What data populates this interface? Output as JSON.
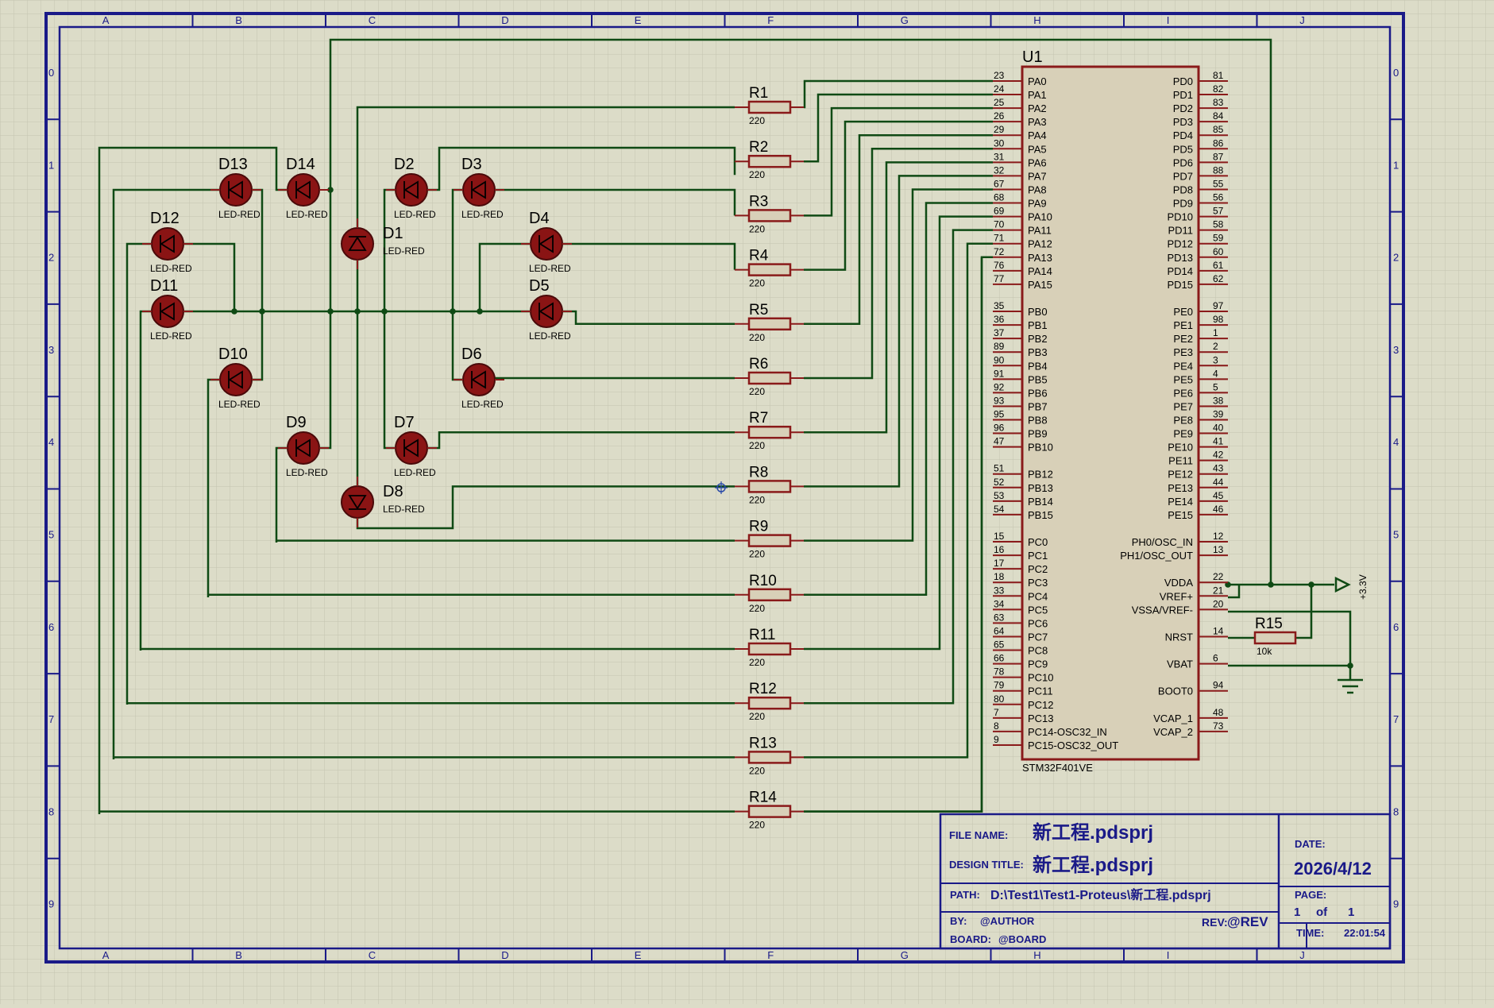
{
  "colors": {
    "background": "#dcdcc8",
    "grid": "#c4c4b0",
    "frame": "#1a1a88",
    "wire": "#0f4a14",
    "component": "#8a1a1a",
    "label": "#000000",
    "chip_fill": "#d8d0b8",
    "led_fill": "#8a1414",
    "title_text": "#1a1a88",
    "junction": "#0f4a14"
  },
  "border": {
    "columns": [
      "A",
      "B",
      "C",
      "D",
      "E",
      "F",
      "G",
      "H",
      "I",
      "J"
    ],
    "rows": [
      "0",
      "1",
      "2",
      "3",
      "4",
      "5",
      "6",
      "7",
      "8",
      "9"
    ]
  },
  "chip": {
    "ref": "U1",
    "part": "STM32F401VE",
    "left_pins": [
      {
        "num": "23",
        "name": "PA0"
      },
      {
        "num": "24",
        "name": "PA1"
      },
      {
        "num": "25",
        "name": "PA2"
      },
      {
        "num": "26",
        "name": "PA3"
      },
      {
        "num": "29",
        "name": "PA4"
      },
      {
        "num": "30",
        "name": "PA5"
      },
      {
        "num": "31",
        "name": "PA6"
      },
      {
        "num": "32",
        "name": "PA7"
      },
      {
        "num": "67",
        "name": "PA8"
      },
      {
        "num": "68",
        "name": "PA9"
      },
      {
        "num": "69",
        "name": "PA10"
      },
      {
        "num": "70",
        "name": "PA11"
      },
      {
        "num": "71",
        "name": "PA12"
      },
      {
        "num": "72",
        "name": "PA13"
      },
      {
        "num": "76",
        "name": "PA14"
      },
      {
        "num": "77",
        "name": "PA15"
      },
      null,
      {
        "num": "35",
        "name": "PB0"
      },
      {
        "num": "36",
        "name": "PB1"
      },
      {
        "num": "37",
        "name": "PB2"
      },
      {
        "num": "89",
        "name": "PB3"
      },
      {
        "num": "90",
        "name": "PB4"
      },
      {
        "num": "91",
        "name": "PB5"
      },
      {
        "num": "92",
        "name": "PB6"
      },
      {
        "num": "93",
        "name": "PB7"
      },
      {
        "num": "95",
        "name": "PB8"
      },
      {
        "num": "96",
        "name": "PB9"
      },
      {
        "num": "47",
        "name": "PB10"
      },
      null,
      {
        "num": "51",
        "name": "PB12"
      },
      {
        "num": "52",
        "name": "PB13"
      },
      {
        "num": "53",
        "name": "PB14"
      },
      {
        "num": "54",
        "name": "PB15"
      },
      null,
      {
        "num": "15",
        "name": "PC0"
      },
      {
        "num": "16",
        "name": "PC1"
      },
      {
        "num": "17",
        "name": "PC2"
      },
      {
        "num": "18",
        "name": "PC3"
      },
      {
        "num": "33",
        "name": "PC4"
      },
      {
        "num": "34",
        "name": "PC5"
      },
      {
        "num": "63",
        "name": "PC6"
      },
      {
        "num": "64",
        "name": "PC7"
      },
      {
        "num": "65",
        "name": "PC8"
      },
      {
        "num": "66",
        "name": "PC9"
      },
      {
        "num": "78",
        "name": "PC10"
      },
      {
        "num": "79",
        "name": "PC11"
      },
      {
        "num": "80",
        "name": "PC12"
      },
      {
        "num": "7",
        "name": "PC13"
      },
      {
        "num": "8",
        "name": "PC14-OSC32_IN"
      },
      {
        "num": "9",
        "name": "PC15-OSC32_OUT"
      }
    ],
    "right_pins": [
      {
        "num": "81",
        "name": "PD0"
      },
      {
        "num": "82",
        "name": "PD1"
      },
      {
        "num": "83",
        "name": "PD2"
      },
      {
        "num": "84",
        "name": "PD3"
      },
      {
        "num": "85",
        "name": "PD4"
      },
      {
        "num": "86",
        "name": "PD5"
      },
      {
        "num": "87",
        "name": "PD6"
      },
      {
        "num": "88",
        "name": "PD7"
      },
      {
        "num": "55",
        "name": "PD8"
      },
      {
        "num": "56",
        "name": "PD9"
      },
      {
        "num": "57",
        "name": "PD10"
      },
      {
        "num": "58",
        "name": "PD11"
      },
      {
        "num": "59",
        "name": "PD12"
      },
      {
        "num": "60",
        "name": "PD13"
      },
      {
        "num": "61",
        "name": "PD14"
      },
      {
        "num": "62",
        "name": "PD15"
      },
      null,
      {
        "num": "97",
        "name": "PE0"
      },
      {
        "num": "98",
        "name": "PE1"
      },
      {
        "num": "1",
        "name": "PE2"
      },
      {
        "num": "2",
        "name": "PE3"
      },
      {
        "num": "3",
        "name": "PE4"
      },
      {
        "num": "4",
        "name": "PE5"
      },
      {
        "num": "5",
        "name": "PE6"
      },
      {
        "num": "38",
        "name": "PE7"
      },
      {
        "num": "39",
        "name": "PE8"
      },
      {
        "num": "40",
        "name": "PE9"
      },
      {
        "num": "41",
        "name": "PE10"
      },
      {
        "num": "42",
        "name": "PE11"
      },
      {
        "num": "43",
        "name": "PE12"
      },
      {
        "num": "44",
        "name": "PE13"
      },
      {
        "num": "45",
        "name": "PE14"
      },
      {
        "num": "46",
        "name": "PE15"
      },
      null,
      {
        "num": "12",
        "name": "PH0/OSC_IN"
      },
      {
        "num": "13",
        "name": "PH1/OSC_OUT"
      },
      null,
      {
        "num": "22",
        "name": "VDDA"
      },
      {
        "num": "21",
        "name": "VREF+"
      },
      {
        "num": "20",
        "name": "VSSA/VREF-"
      },
      null,
      {
        "num": "14",
        "name": "NRST"
      },
      null,
      {
        "num": "6",
        "name": "VBAT"
      },
      null,
      {
        "num": "94",
        "name": "BOOT0"
      },
      null,
      {
        "num": "48",
        "name": "VCAP_1"
      },
      {
        "num": "73",
        "name": "VCAP_2"
      }
    ]
  },
  "resistors": [
    {
      "ref": "R1",
      "value": "220"
    },
    {
      "ref": "R2",
      "value": "220"
    },
    {
      "ref": "R3",
      "value": "220"
    },
    {
      "ref": "R4",
      "value": "220"
    },
    {
      "ref": "R5",
      "value": "220"
    },
    {
      "ref": "R6",
      "value": "220"
    },
    {
      "ref": "R7",
      "value": "220"
    },
    {
      "ref": "R8",
      "value": "220"
    },
    {
      "ref": "R9",
      "value": "220"
    },
    {
      "ref": "R10",
      "value": "220"
    },
    {
      "ref": "R11",
      "value": "220"
    },
    {
      "ref": "R12",
      "value": "220"
    },
    {
      "ref": "R13",
      "value": "220"
    },
    {
      "ref": "R14",
      "value": "220"
    }
  ],
  "reset_resistor": {
    "ref": "R15",
    "value": "10k"
  },
  "leds": [
    {
      "ref": "D1",
      "type": "LED-RED"
    },
    {
      "ref": "D2",
      "type": "LED-RED"
    },
    {
      "ref": "D3",
      "type": "LED-RED"
    },
    {
      "ref": "D4",
      "type": "LED-RED"
    },
    {
      "ref": "D5",
      "type": "LED-RED"
    },
    {
      "ref": "D6",
      "type": "LED-RED"
    },
    {
      "ref": "D7",
      "type": "LED-RED"
    },
    {
      "ref": "D8",
      "type": "LED-RED"
    },
    {
      "ref": "D9",
      "type": "LED-RED"
    },
    {
      "ref": "D10",
      "type": "LED-RED"
    },
    {
      "ref": "D11",
      "type": "LED-RED"
    },
    {
      "ref": "D12",
      "type": "LED-RED"
    },
    {
      "ref": "D13",
      "type": "LED-RED"
    },
    {
      "ref": "D14",
      "type": "LED-RED"
    }
  ],
  "power": {
    "label": "+3.3V"
  },
  "title_block": {
    "file_name_label": "FILE NAME:",
    "file_name": "新工程.pdsprj",
    "design_title_label": "DESIGN TITLE:",
    "design_title": "新工程.pdsprj",
    "path_label": "PATH:",
    "path": "D:\\Test1\\Test1-Proteus\\新工程.pdsprj",
    "by_label": "BY:",
    "by": "@AUTHOR",
    "rev_label": "REV:",
    "rev": "@REV",
    "board_label": "BOARD:",
    "board": "@BOARD",
    "date_label": "DATE:",
    "date": "2026/4/12",
    "page_label": "PAGE:",
    "page_num": "1",
    "page_of": "of",
    "page_total": "1",
    "time_label": "TIME:",
    "time": "22:01:54"
  }
}
